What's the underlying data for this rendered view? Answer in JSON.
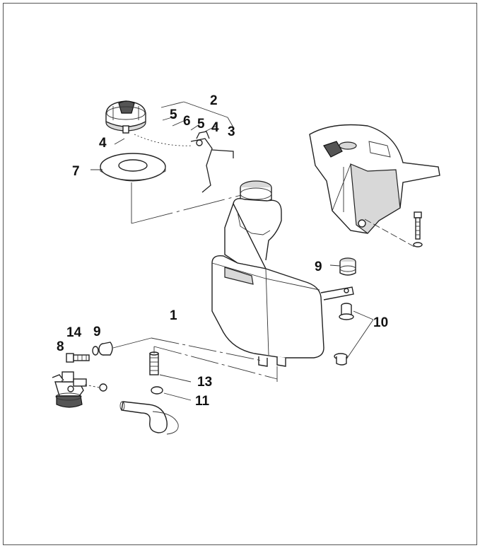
{
  "diagram": {
    "callouts": {
      "c1": "1",
      "c2": "2",
      "c3": "3",
      "c4a": "4",
      "c4b": "4",
      "c5a": "5",
      "c5b": "5",
      "c6": "6",
      "c7": "7",
      "c8": "8",
      "c9a": "9",
      "c9b": "9",
      "c10": "10",
      "c11": "11",
      "c13": "13",
      "c14": "14"
    },
    "colors": {
      "line": "#222222",
      "fill": "#ffffff",
      "shade": "#d8d8d8"
    }
  }
}
